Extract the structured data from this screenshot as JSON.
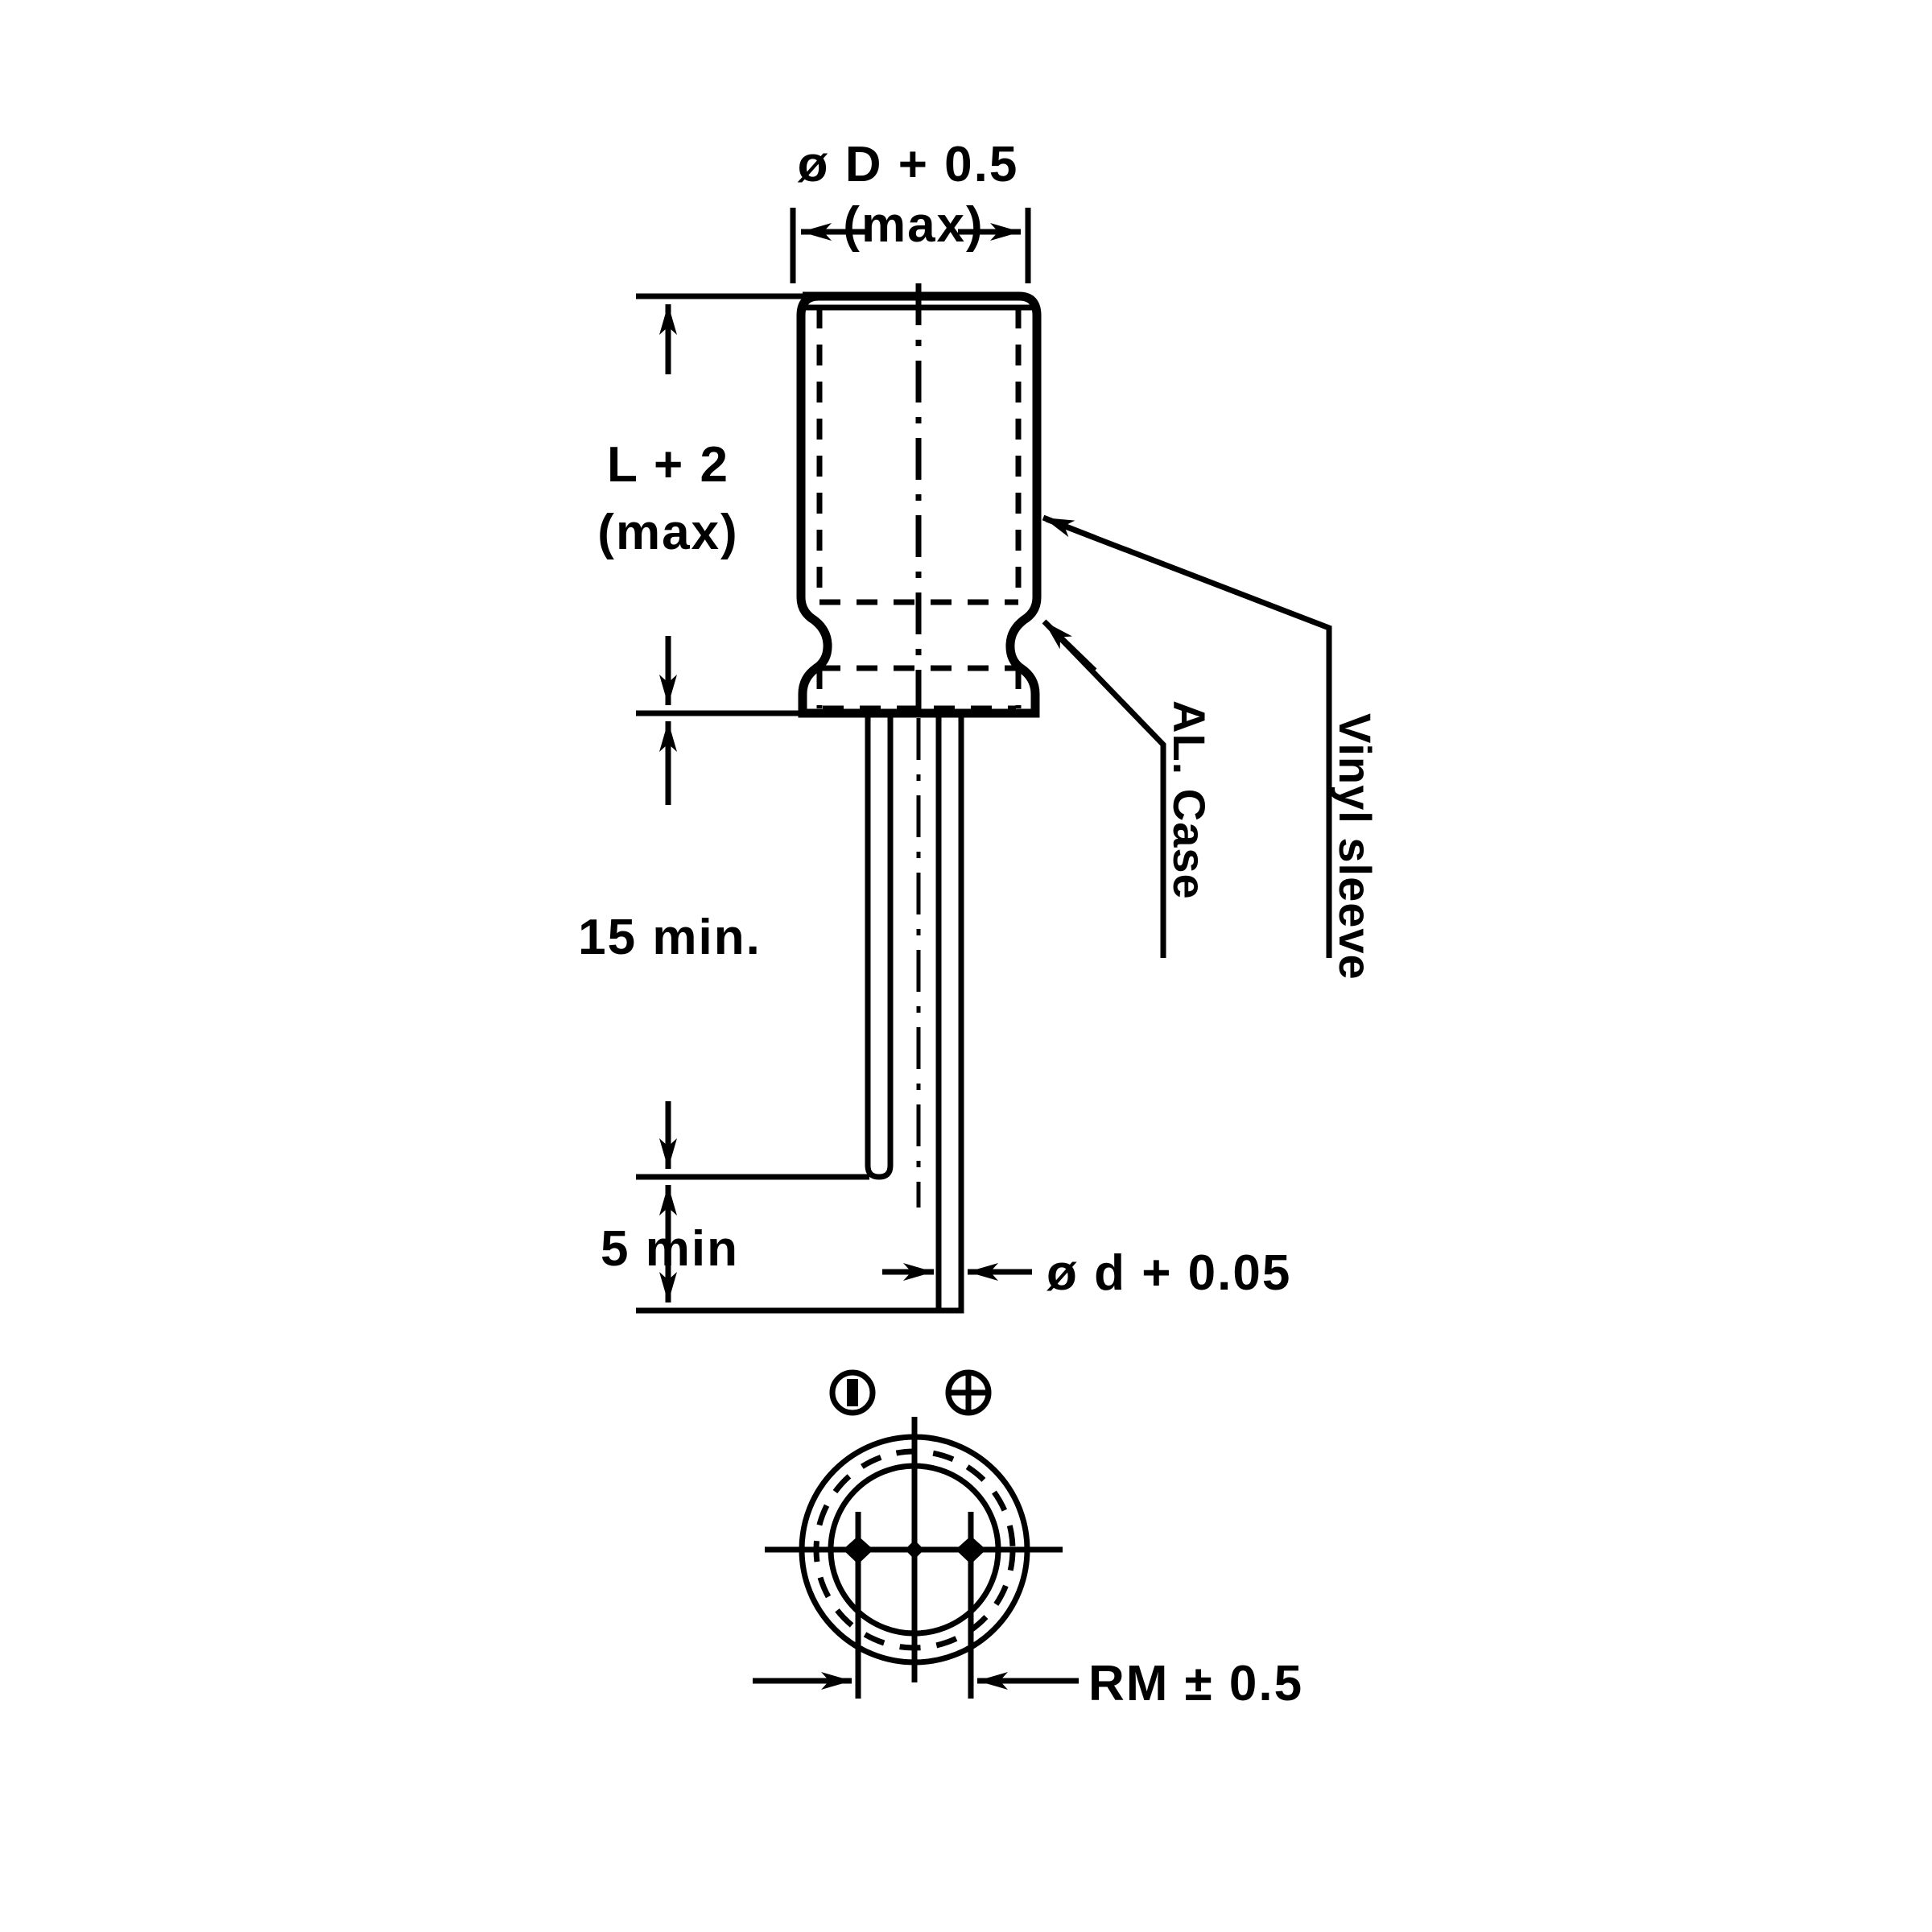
{
  "drawing": {
    "title": "Radial lead aluminum electrolytic capacitor outline drawing",
    "ink_color": "#000000",
    "background_color": "#ffffff"
  },
  "dimensions": {
    "diameter_top_line1": "ø D + 0.5",
    "diameter_top_line2": "(max)",
    "length_line1": "L + 2",
    "length_line2": "(max)",
    "lead_length_upper": "15 min.",
    "lead_length_lower": "5 min",
    "lead_diameter": "ø d + 0.05",
    "lead_spacing": "RM ± 0.5"
  },
  "callouts": {
    "al_case": "AL. Case",
    "vinyl_sleeve": "Vinyl sleeve"
  },
  "polarity": {
    "negative_symbol_name": "minus-terminal-symbol",
    "positive_symbol_name": "plus-terminal-symbol"
  }
}
